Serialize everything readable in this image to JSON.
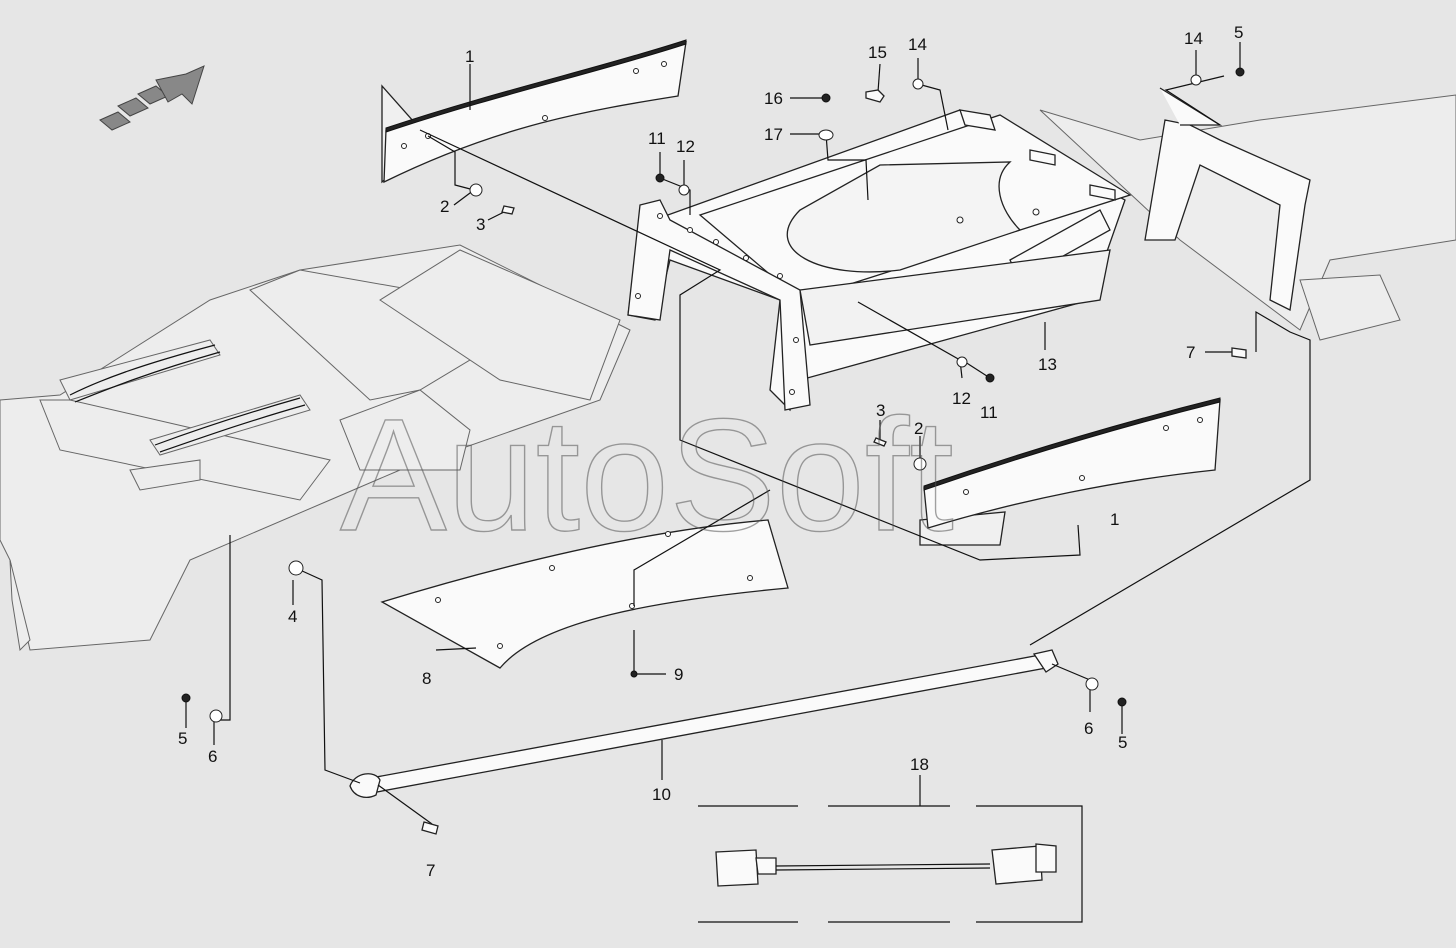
{
  "watermark": "AutoSoft",
  "colors": {
    "background": "#e6e6e6",
    "line": "#222222"
  },
  "callouts": [
    {
      "id": "c1a",
      "label": "1"
    },
    {
      "id": "c1b",
      "label": "1"
    },
    {
      "id": "c2a",
      "label": "2"
    },
    {
      "id": "c2b",
      "label": "2"
    },
    {
      "id": "c3a",
      "label": "3"
    },
    {
      "id": "c3b",
      "label": "3"
    },
    {
      "id": "c4",
      "label": "4"
    },
    {
      "id": "c5a",
      "label": "5"
    },
    {
      "id": "c5b",
      "label": "5"
    },
    {
      "id": "c5c",
      "label": "5"
    },
    {
      "id": "c6a",
      "label": "6"
    },
    {
      "id": "c6b",
      "label": "6"
    },
    {
      "id": "c7a",
      "label": "7"
    },
    {
      "id": "c7b",
      "label": "7"
    },
    {
      "id": "c8",
      "label": "8"
    },
    {
      "id": "c9",
      "label": "9"
    },
    {
      "id": "c10",
      "label": "10"
    },
    {
      "id": "c11a",
      "label": "11"
    },
    {
      "id": "c11b",
      "label": "11"
    },
    {
      "id": "c12a",
      "label": "12"
    },
    {
      "id": "c12b",
      "label": "12"
    },
    {
      "id": "c13",
      "label": "13"
    },
    {
      "id": "c14a",
      "label": "14"
    },
    {
      "id": "c14b",
      "label": "14"
    },
    {
      "id": "c15",
      "label": "15"
    },
    {
      "id": "c16",
      "label": "16"
    },
    {
      "id": "c17",
      "label": "17"
    },
    {
      "id": "c18",
      "label": "18"
    }
  ],
  "icons": {
    "direction_arrow": "travel-direction-arrow-icon"
  }
}
